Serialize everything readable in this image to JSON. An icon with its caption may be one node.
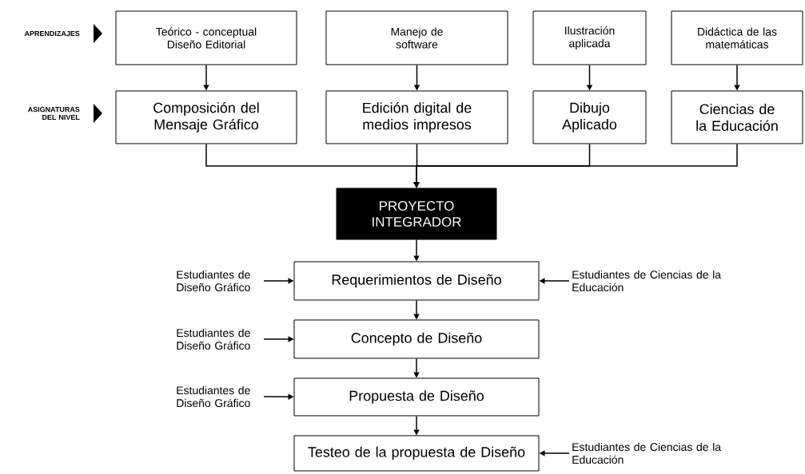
{
  "diagram": {
    "nodes": [
      {
        "text": [
          "Teórico - conceptual Diseño Editorial"
        ]
      },
      {
        "text": [
          "Manejo de software"
        ]
      },
      {
        "text": [
          "Ilustración aplicada"
        ]
      },
      {
        "text": [
          "Didáctica de las matemáticas"
        ]
      },
      {
        "text": [
          "Composición del Mensaje Gráfico"
        ]
      },
      {
        "text": [
          "Edición digital de medios impresos"
        ]
      },
      {
        "text": [
          "Dibujo Aplicado"
        ]
      },
      {
        "text": [
          "Ciencias de la Educación"
        ]
      },
      {
        "text": [
          "PROYECTO INTEGRADOR"
        ]
      },
      {
        "text": [
          "Requerimientos de Diseño"
        ]
      },
      {
        "text": [
          "Concepto de Diseño"
        ]
      },
      {
        "text": [
          "Propuesta de Diseño"
        ]
      },
      {
        "text": [
          "Testeo de la propuesta de Diseño"
        ]
      },
      {
        "text": [
          "Estudiantes de Diseño Gráfico"
        ]
      },
      {
        "text": [
          "Estudiantes de Ciencias de la Educación"
        ]
      },
      {
        "text": [
          "Estudiantes de Diseño Gráfico"
        ]
      },
      {
        "text": [
          "Estudiantes de Diseño Gráfico"
        ]
      },
      {
        "text": [
          "Estudiantes de Ciencias de la Educación"
        ]
      }
    ],
    "edges": [
      {
        "from": 0,
        "to": 4,
        "arrow": "to"
      },
      {
        "from": 1,
        "to": 5,
        "arrow": "to"
      },
      {
        "from": 2,
        "to": 6,
        "arrow": "to"
      },
      {
        "from": 3,
        "to": 7,
        "arrow": "to"
      },
      {
        "from": 4,
        "to": 8,
        "arrow": "to"
      },
      {
        "from": 5,
        "to": 8,
        "arrow": "to"
      },
      {
        "from": 6,
        "to": 8,
        "arrow": "to"
      },
      {
        "from": 7,
        "to": 8,
        "arrow": "to"
      },
      {
        "from": 8,
        "to": 9,
        "arrow": "to"
      },
      {
        "from": 9,
        "to": 10,
        "arrow": "to"
      },
      {
        "from": 10,
        "to": 11,
        "arrow": "to"
      },
      {
        "from": 11,
        "to": 12,
        "arrow": "to"
      },
      {
        "from": 13,
        "to": 9,
        "arrow": "to"
      },
      {
        "from": 14,
        "to": 9,
        "arrow": "to"
      },
      {
        "from": 15,
        "to": 10,
        "arrow": "to"
      },
      {
        "from": 16,
        "to": 11,
        "arrow": "to"
      },
      {
        "from": 17,
        "to": 12,
        "arrow": "to"
      }
    ],
    "labels": [
      "APRENDIZAJES",
      "ASIGNATURAS DEL NIVEL"
    ]
  }
}
